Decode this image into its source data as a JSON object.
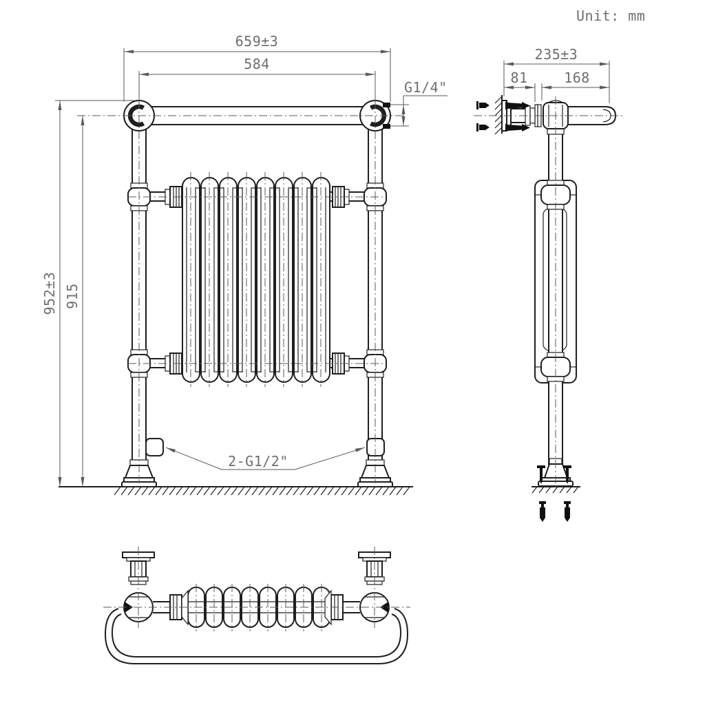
{
  "unit_note": "Unit: mm",
  "front_view": {
    "width_overall": "659±3",
    "width_rail_centers": "584",
    "height_overall": "952±3",
    "height_rail_center": "915",
    "air_vent_connection": "G1/4\"",
    "valve_connections": "2-G1/2\"",
    "radiator_sections": 8
  },
  "side_view": {
    "depth_overall": "235±3",
    "wall_to_bracket": "81",
    "bracket_to_front": "168"
  },
  "top_view": {
    "radiator_sections": 8
  },
  "style": {
    "object_line": "#1f1f1f",
    "dimension_line": "#5a5a5a",
    "text_color": "#6e6e6e",
    "background": "#ffffff"
  }
}
